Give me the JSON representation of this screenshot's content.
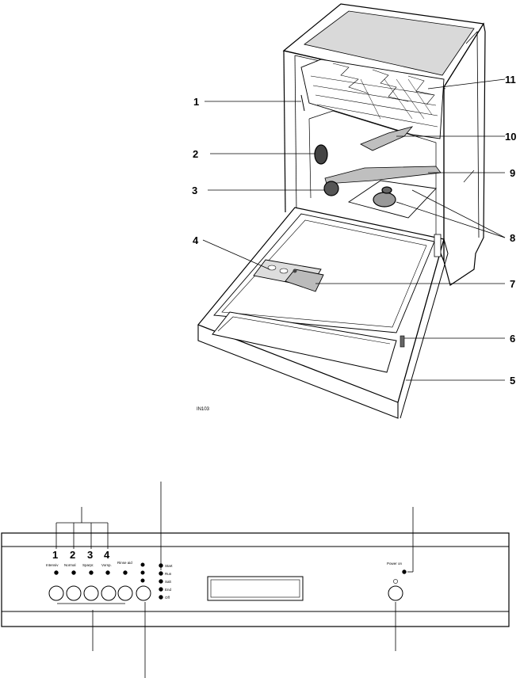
{
  "dishwasher": {
    "callouts": [
      "1",
      "2",
      "3",
      "4",
      "5",
      "6",
      "7",
      "8",
      "9",
      "10",
      "11"
    ],
    "reference": "IN103"
  },
  "control_panel": {
    "program_numbers": [
      "1",
      "2",
      "3",
      "4"
    ],
    "program_labels": [
      "Intensiv",
      "Normal",
      "Sparpr.",
      "Vorsp."
    ],
    "special_label": "Rinse aid",
    "indicator_labels": [
      "Start",
      "Run",
      "Salt",
      "End",
      "Off"
    ],
    "right_indicator_label": "Power on",
    "display_text": ""
  }
}
